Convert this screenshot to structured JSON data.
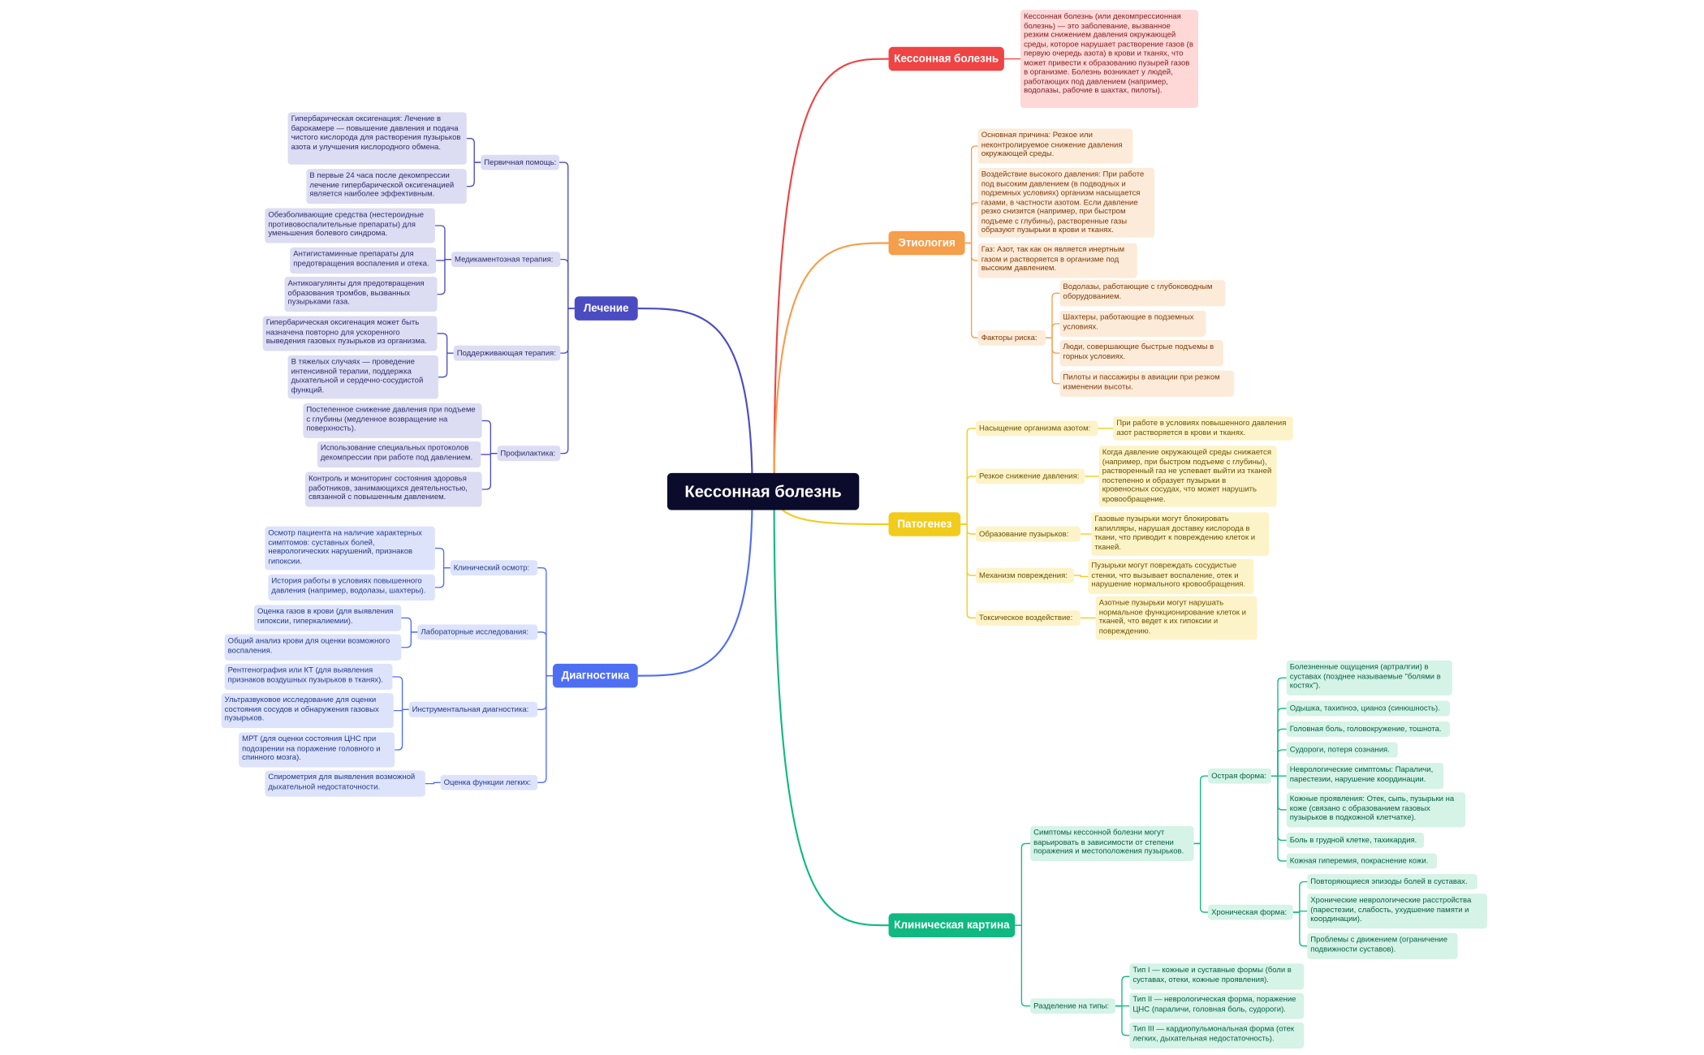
{
  "root": {
    "title": "Кессонная болезнь"
  },
  "branches": [
    {
      "id": "def",
      "label": "Кессонная болезнь",
      "color": "#ef4444",
      "bg": "#fed7d7",
      "text": "#7f1d1d",
      "children": [
        {
          "text": "Кессонная болезнь (или декомпрессионная болезнь) — это заболевание, вызванное резким снижением давления окружающей среды, которое нарушает растворение газов (в первую очередь азота) в крови и тканях, что может привести к образованию пузырей газов в организме. Болезнь возникает у людей, работающих под давлением (например, водолазы, рабочие в шахтах, пилоты)."
        }
      ]
    },
    {
      "id": "etiology",
      "label": "Этиология",
      "color": "#f59e4b",
      "bg": "#fdebd9",
      "text": "#7c3a0a",
      "children": [
        {
          "text": "Основная причина: Резкое или неконтролируемое снижение давления окружающей среды."
        },
        {
          "text": "Воздействие высокого давления: При работе под высоким давлением (в подводных и подземных условиях) организм насыщается газами, в частности азотом. Если давление резко снизится (например, при быстром подъеме с глубины), растворенные газы образуют пузырьки в крови и тканях."
        },
        {
          "text": "Газ: Азот, так как он является инертным газом и растворяется в организме под высоким давлением."
        },
        {
          "text": "Факторы риска:",
          "children": [
            {
              "text": "Водолазы, работающие с глубоководным оборудованием."
            },
            {
              "text": "Шахтеры, работающие в подземных условиях."
            },
            {
              "text": "Люди, совершающие быстрые подъемы в горных условиях."
            },
            {
              "text": "Пилоты и пассажиры в авиации при резком изменении высоты."
            }
          ]
        }
      ]
    },
    {
      "id": "pathogenesis",
      "label": "Патогенез",
      "color": "#f2cc1d",
      "bg": "#fdf3c8",
      "text": "#6b5200",
      "children": [
        {
          "text": "Насыщение организма азотом:",
          "children": [
            {
              "text": "При работе в условиях повышенного давления азот растворяется в крови и тканях."
            }
          ]
        },
        {
          "text": "Резкое снижение давления:",
          "children": [
            {
              "text": "Когда давление окружающей среды снижается (например, при быстром подъеме с глубины), растворенный газ не успевает выйти из тканей постепенно и образует пузырьки в кровеносных сосудах, что может нарушить кровообращение."
            }
          ]
        },
        {
          "text": "Образование пузырьков:",
          "children": [
            {
              "text": "Газовые пузырьки могут блокировать капилляры, нарушая доставку кислорода в ткани, что приводит к повреждению клеток и тканей."
            }
          ]
        },
        {
          "text": "Механизм повреждения:",
          "children": [
            {
              "text": "Пузырьки могут повреждать сосудистые стенки, что вызывает воспаление, отек и нарушение нормального кровообращения."
            }
          ]
        },
        {
          "text": "Токсическое воздействие:",
          "children": [
            {
              "text": "Азотные пузырьки могут нарушать нормальное функционирование клеток и тканей, что ведет к их гипоксии и повреждению."
            }
          ]
        }
      ]
    },
    {
      "id": "clinical",
      "label": "Клиническая картина",
      "color": "#10b981",
      "bg": "#d5f3e7",
      "text": "#065f46",
      "children": [
        {
          "text": "Симптомы кессонной болезни могут варьировать в зависимости от степени поражения и местоположения пузырьков.",
          "children": [
            {
              "text": "Острая форма:",
              "children": [
                {
                  "text": "Болезненные ощущения (артралгии) в суставах (позднее называемые \"болями в костях\")."
                },
                {
                  "text": "Одышка, тахипноэ, цианоз (синюшность)."
                },
                {
                  "text": "Головная боль, головокружение, тошнота."
                },
                {
                  "text": "Судороги, потеря сознания."
                },
                {
                  "text": "Неврологические симптомы: Параличи, парестезии, нарушение координации."
                },
                {
                  "text": "Кожные проявления: Отек, сыпь, пузырьки на коже (связано с образованием газовых пузырьков в подкожной клетчатке)."
                },
                {
                  "text": "Боль в грудной клетке, тахикардия."
                },
                {
                  "text": "Кожная гиперемия, покраснение кожи."
                }
              ]
            },
            {
              "text": "Хроническая форма:",
              "children": [
                {
                  "text": "Повторяющиеся эпизоды болей в суставах."
                },
                {
                  "text": "Хронические неврологические расстройства (парестезии, слабость, ухудшение памяти и координации)."
                },
                {
                  "text": "Проблемы с движением (ограничение подвижности суставов)."
                }
              ]
            }
          ]
        },
        {
          "text": "Разделение на типы:",
          "children": [
            {
              "text": "Тип I — кожные и суставные формы (боли в суставах, отеки, кожные проявления)."
            },
            {
              "text": "Тип II — неврологическая форма, поражение ЦНС (параличи, головная боль, судороги)."
            },
            {
              "text": "Тип III — кардиопульмональная форма (отек легких, дыхательная недостаточность)."
            }
          ]
        }
      ]
    },
    {
      "id": "treatment",
      "label": "Лечение",
      "color": "#4b4cc2",
      "bg": "#dcdcf3",
      "text": "#2e2e6e",
      "children": [
        {
          "text": "Первичная помощь:",
          "children": [
            {
              "text": "Гипербарическая оксигенация: Лечение в барокамере — повышение давления и подача чистого кислорода для растворения пузырьков азота и улучшения кислородного обмена."
            },
            {
              "text": "В первые 24 часа после декомпрессии лечение гипербарической оксигенацией является наиболее эффективным."
            }
          ]
        },
        {
          "text": "Медикаментозная терапия:",
          "children": [
            {
              "text": "Обезболивающие средства (нестероидные противовоспалительные препараты) для уменьшения болевого синдрома."
            },
            {
              "text": "Антигистаминные препараты для предотвращения воспаления и отека."
            },
            {
              "text": "Антикоагулянты для предотвращения образования тромбов, вызванных пузырьками газа."
            }
          ]
        },
        {
          "text": "Поддерживающая терапия:",
          "children": [
            {
              "text": "Гипербарическая оксигенация может быть назначена повторно для ускоренного выведения газовых пузырьков из организма."
            },
            {
              "text": "В тяжелых случаях — проведение интенсивной терапии, поддержка дыхательной и сердечно-сосудистой функций."
            }
          ]
        },
        {
          "text": "Профилактика:",
          "children": [
            {
              "text": "Постепенное снижение давления при подъеме с глубины (медленное возвращение на поверхность)."
            },
            {
              "text": "Использование специальных протоколов декомпрессии при работе под давлением."
            },
            {
              "text": "Контроль и мониторинг состояния здоровья работников, занимающихся деятельностью, связанной с повышенным давлением."
            }
          ]
        }
      ]
    },
    {
      "id": "diagnostics",
      "label": "Диагностика",
      "color": "#4f6ff2",
      "bg": "#dde3fb",
      "text": "#233a8a",
      "children": [
        {
          "text": "Клинический осмотр:",
          "children": [
            {
              "text": "Осмотр пациента на наличие характерных симптомов: суставных болей, неврологических нарушений, признаков гипоксии."
            },
            {
              "text": "История работы в условиях повышенного давления (например, водолазы, шахтеры)."
            }
          ]
        },
        {
          "text": "Лабораторные исследования:",
          "children": [
            {
              "text": "Оценка газов в крови (для выявления гипоксии, гиперкалиемии)."
            },
            {
              "text": "Общий анализ крови для оценки возможного воспаления."
            }
          ]
        },
        {
          "text": "Инструментальная диагностика:",
          "children": [
            {
              "text": "Рентгенография или КТ (для выявления признаков воздушных пузырьков в тканях)."
            },
            {
              "text": "Ультразвуковое исследование для оценки состояния сосудов и обнаружения газовых пузырьков."
            },
            {
              "text": "МРТ (для оценки состояния ЦНС при подозрении на поражение головного и спинного мозга)."
            }
          ]
        },
        {
          "text": "Оценка функции легких:",
          "children": [
            {
              "text": "Спирометрия для выявления возможной дыхательной недостаточности."
            }
          ]
        }
      ]
    }
  ]
}
